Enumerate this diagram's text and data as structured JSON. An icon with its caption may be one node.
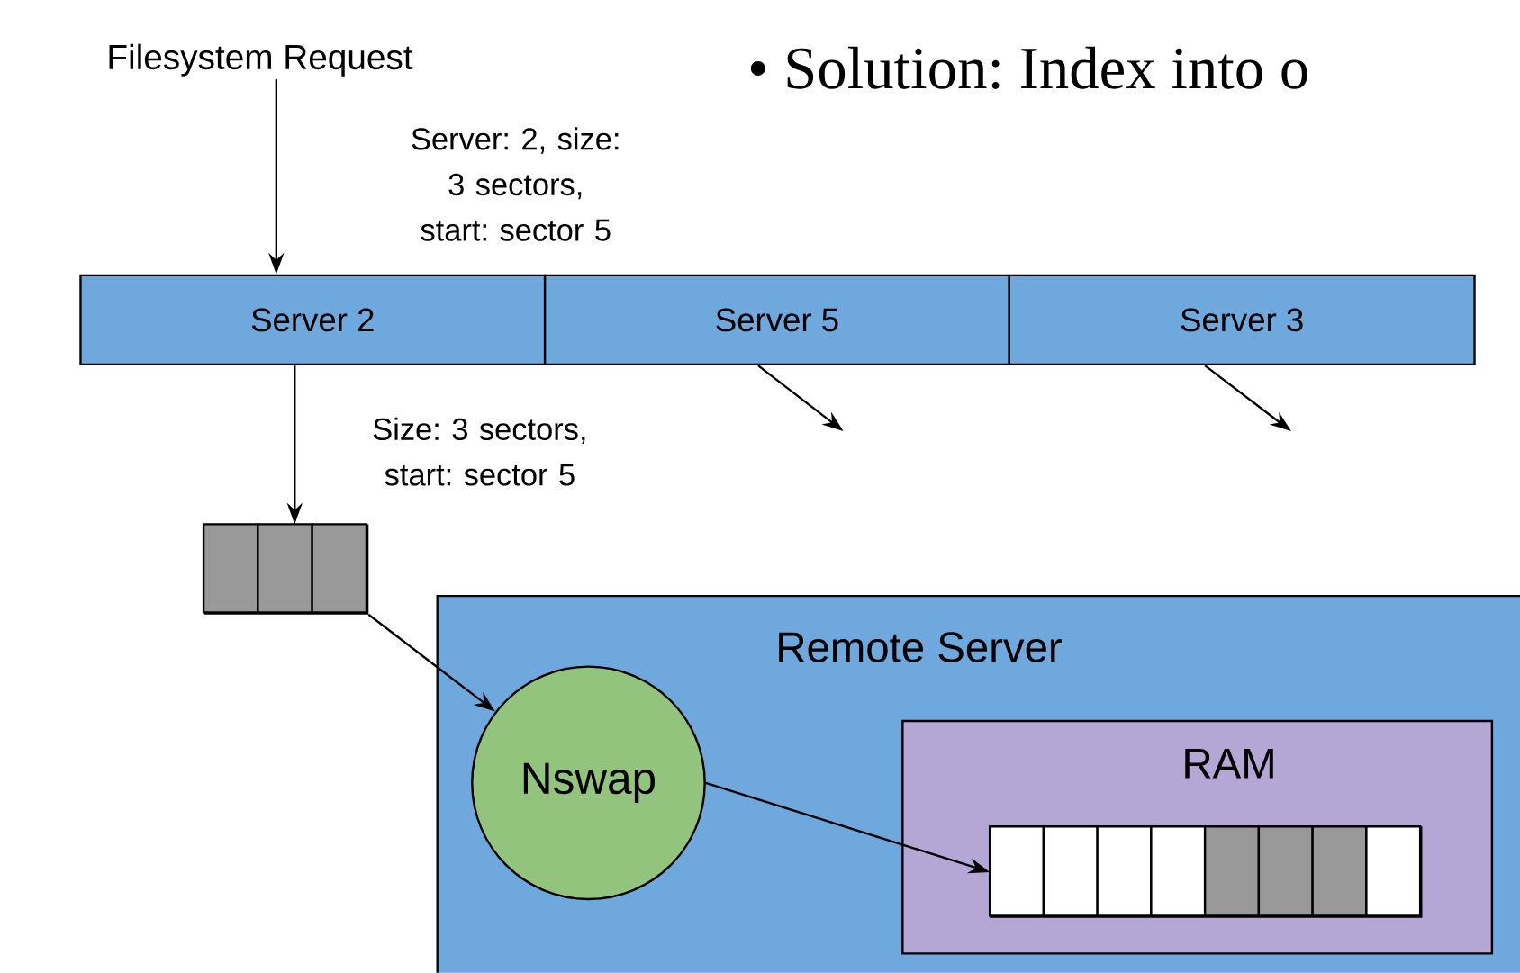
{
  "diagram": {
    "nodes": [
      {
        "text": [
          "Filesystem Request"
        ]
      },
      {
        "text": [
          "Server 2"
        ]
      },
      {
        "text": [
          "Server 5"
        ]
      },
      {
        "text": [
          "Server 3"
        ]
      },
      {
        "text": [],
        "shape": "box"
      },
      {
        "text": [
          "Remote Server"
        ]
      },
      {
        "text": [
          "Nswap"
        ],
        "in": 5
      },
      {
        "text": [
          "RAM"
        ],
        "in": 5
      },
      {
        "text": [],
        "shape": "box",
        "in": 7
      }
    ],
    "edges": [
      {
        "from": 0,
        "to": 1,
        "arrow": "to",
        "label": "Server: 2, size: 3 sectors, start: sector 5"
      },
      {
        "from": 2,
        "to": null,
        "arrow": "to"
      },
      {
        "from": 3,
        "to": null,
        "arrow": "to"
      },
      {
        "from": 1,
        "to": 4,
        "arrow": "to",
        "label": "Size: 3 sectors, start: sector 5"
      },
      {
        "from": 4,
        "to": 6,
        "arrow": "to"
      },
      {
        "from": 6,
        "to": 8,
        "arrow": "to"
      }
    ],
    "labels": [
      "• Solution: Index into o"
    ]
  }
}
